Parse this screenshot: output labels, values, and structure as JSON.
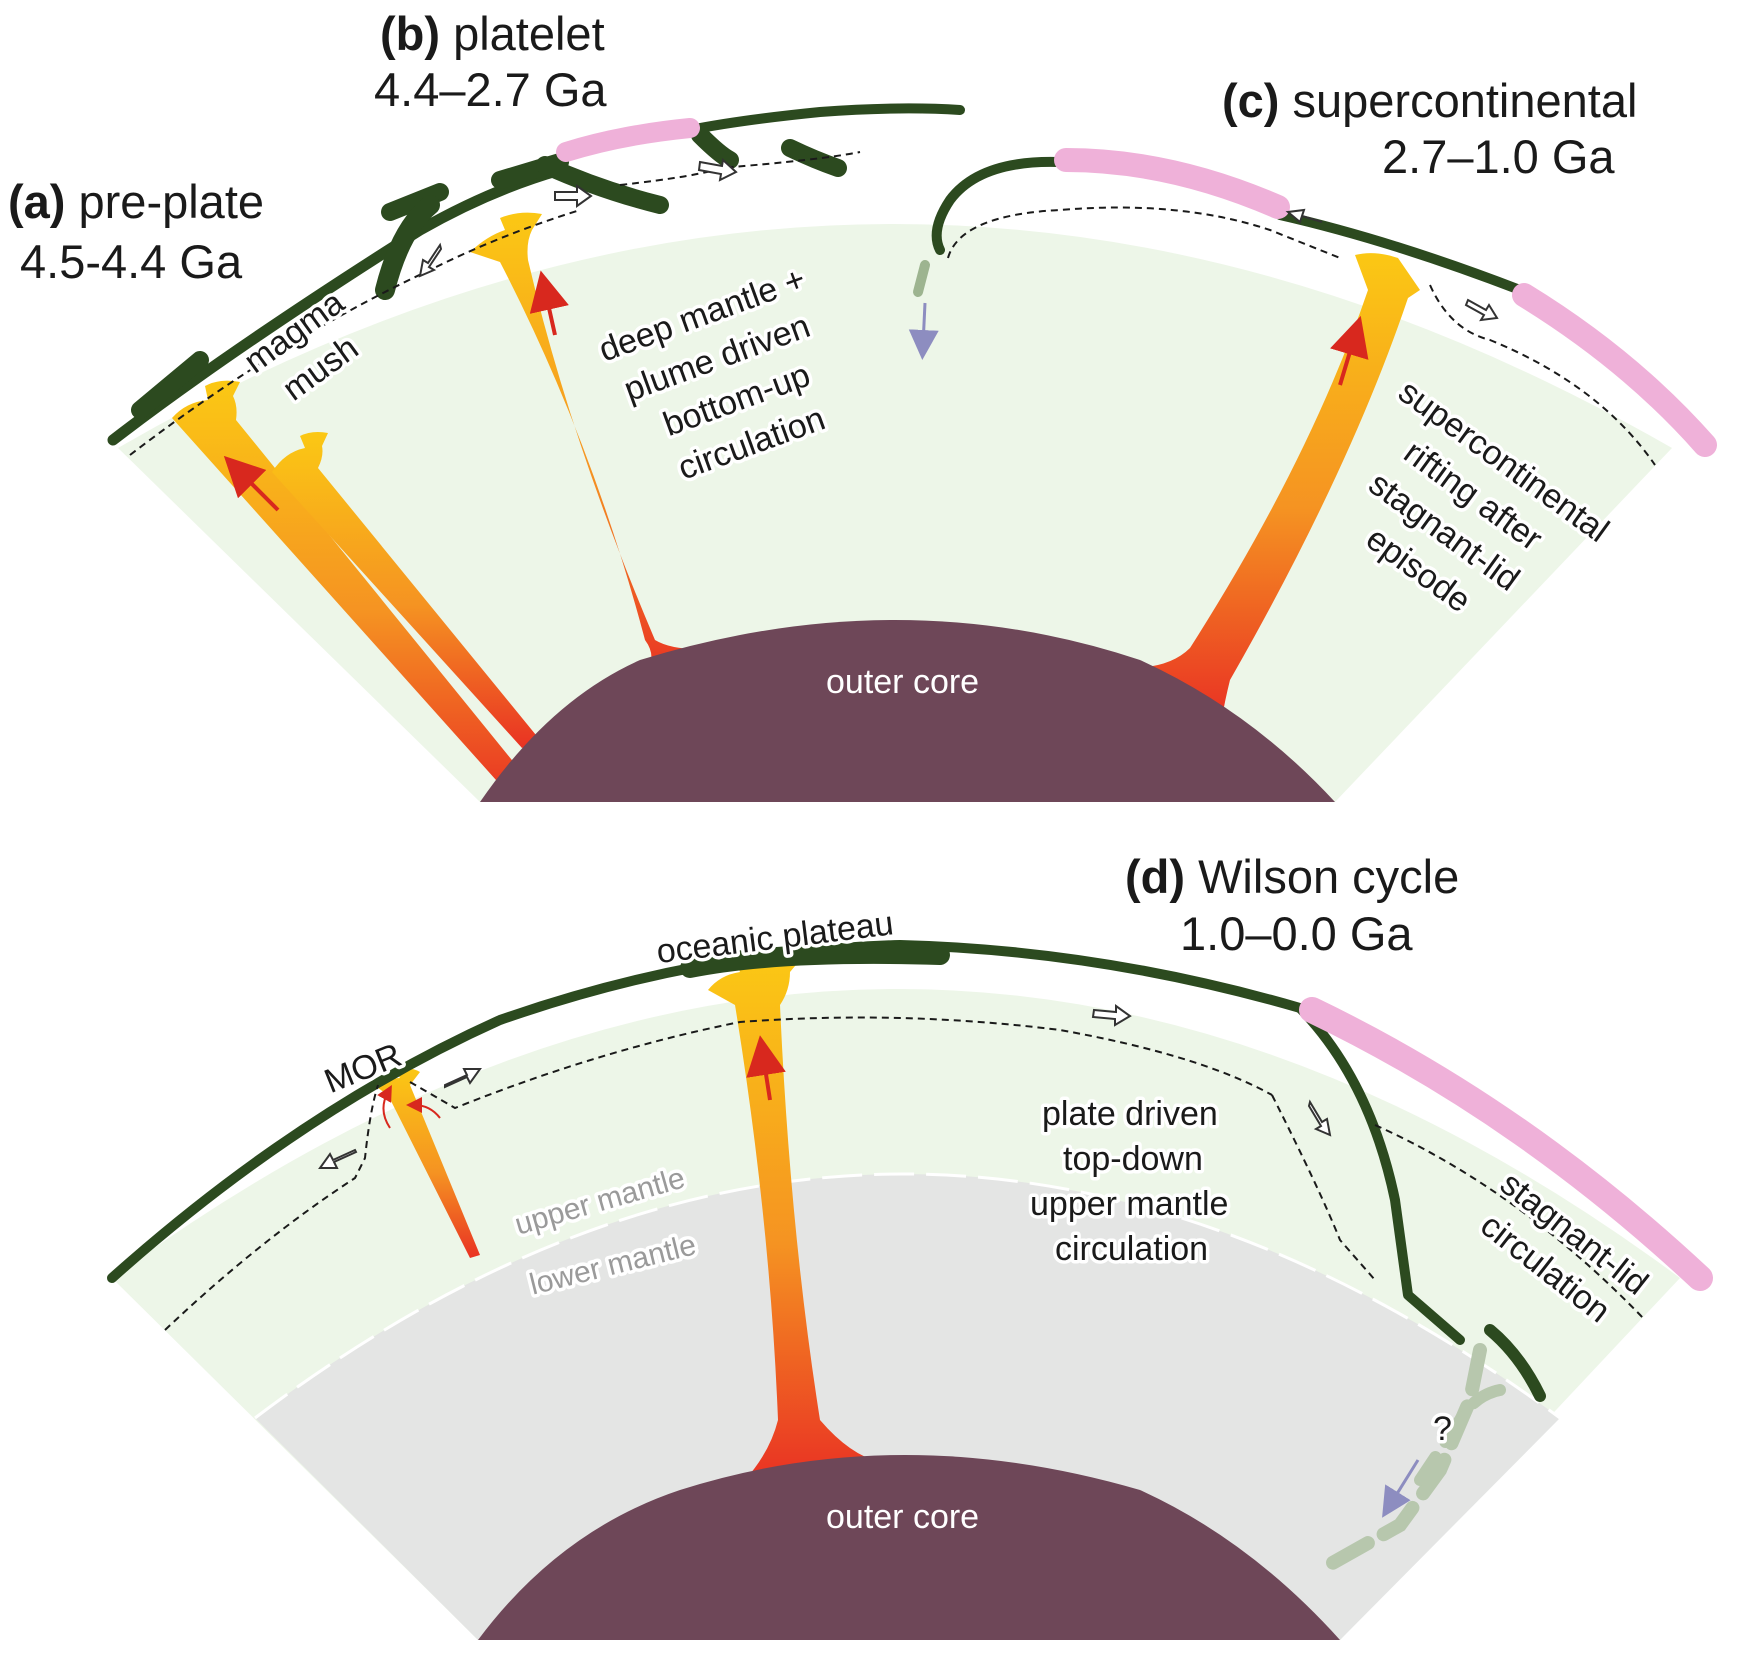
{
  "top_panel": {
    "a": {
      "letter": "(a)",
      "name": " pre-plate",
      "age": "4.5-4.4 Ga"
    },
    "b": {
      "letter": "(b)",
      "name": " platelet",
      "age": "4.4–2.7 Ga"
    },
    "c": {
      "letter": "(c)",
      "name": " supercontinental",
      "age": "2.7–1.0 Ga"
    },
    "annotations": {
      "magma_mush": [
        "magma",
        "mush"
      ],
      "deep_mantle": [
        "deep mantle +",
        "plume driven",
        "bottom-up",
        "circulation"
      ],
      "supercontinental_rifting": [
        "supercontinental",
        "rifting after",
        "stagnant-lid",
        "episode"
      ]
    },
    "core_label": "outer core"
  },
  "bottom_panel": {
    "d": {
      "letter": "(d)",
      "name": " Wilson cycle",
      "age": "1.0–0.0 Ga"
    },
    "annotations": {
      "oceanic_plateau": "oceanic plateau",
      "mor": "MOR",
      "upper_mantle": "upper mantle",
      "lower_mantle": "lower mantle",
      "plate_driven": [
        "plate driven",
        "top-down",
        "upper mantle",
        "circulation"
      ],
      "stagnant_lid": [
        "stagnant-lid",
        "circulation"
      ],
      "question": "?"
    },
    "core_label": "outer core"
  },
  "colors": {
    "mantle": "#edf6e8",
    "lower_mantle": "#e4e5e4",
    "core": "#6e4758",
    "plate": "#2c4a1f",
    "continent": "#efb1d9",
    "plume_top": "#fbc814",
    "plume_mid": "#f59322",
    "plume_base": "#e93223",
    "arrow_red": "#d8281e",
    "arrow_blue": "#8d8dc0"
  }
}
